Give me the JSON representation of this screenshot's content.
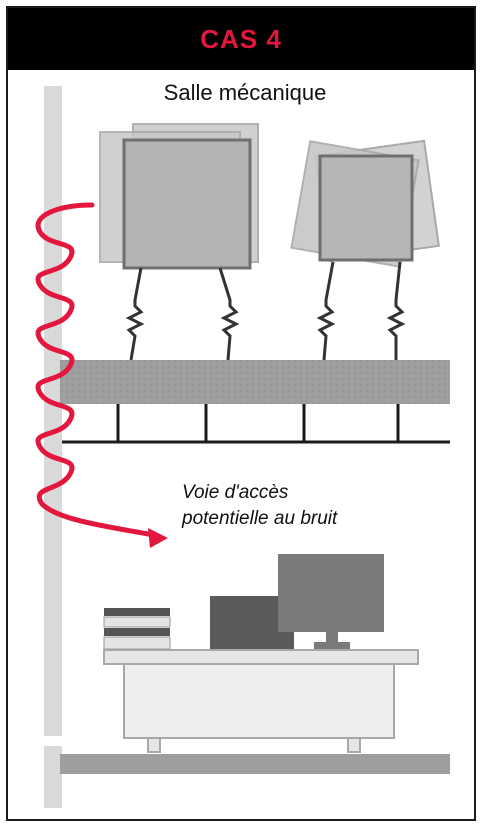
{
  "header": {
    "title": "CAS 4",
    "accent_color": "#e3173e",
    "background": "#000000"
  },
  "labels": {
    "room": "Salle mécanique",
    "noise_path_line1": "Voie d'accès",
    "noise_path_line2": "potentielle au bruit"
  },
  "colors": {
    "wall": "#d9d9d9",
    "slab": "#9a9a9a",
    "equipment": "#bdbdbd",
    "noise_wave": "#e3173e",
    "desk": "#e6e6e6",
    "monitor": "#7a7a7a"
  },
  "icons": [
    "vibrating-equipment",
    "spring-isolator",
    "noise-wave-arrow",
    "office-desk",
    "computer-monitor"
  ]
}
